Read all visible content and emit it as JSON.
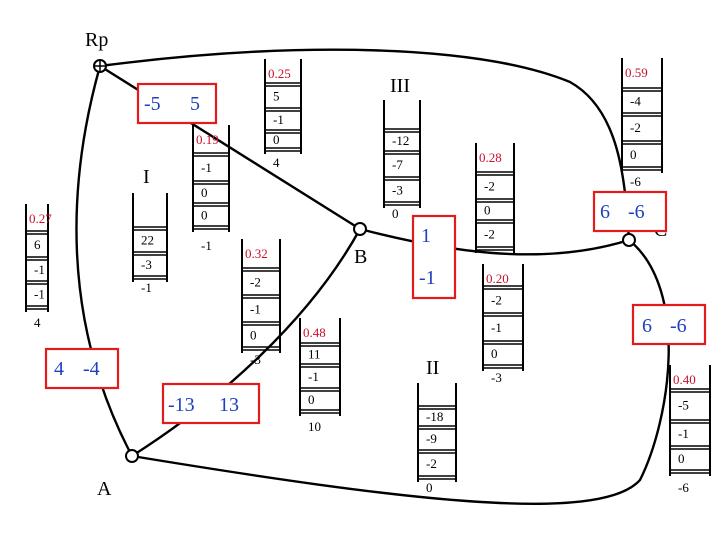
{
  "colors": {
    "edge": "#000000",
    "highlight_box": "#e41a1c",
    "box_text": "#1f3fbf",
    "ratio_text": "#c8102e"
  },
  "nodes": {
    "rp": "Rp",
    "a": "A",
    "b": "B",
    "c": "C"
  },
  "loops": {
    "i": "I",
    "ii": "II",
    "iii": "III"
  },
  "boxes": {
    "rp_b": {
      "left": "-5",
      "right": "5"
    },
    "rp_a": {
      "left": "4",
      "right": "-4"
    },
    "a_b": {
      "left": "-13",
      "right": "13"
    },
    "b_c": {
      "top": "1",
      "bottom": "-1"
    },
    "rp_c": {
      "left": "6",
      "right": "-6"
    },
    "c_a": {
      "left": "6",
      "right": "-6"
    }
  },
  "ladders": [
    {
      "ratio": "0.27",
      "values": [
        "6",
        "-1",
        "-1"
      ],
      "bottom": "4"
    },
    {
      "ratio": "",
      "values": [
        "22",
        "-3",
        "-1"
      ],
      "bottom": ""
    },
    {
      "ratio": "0.19",
      "values": [
        "-1",
        "0",
        "0"
      ],
      "bottom": "-1"
    },
    {
      "ratio": "0.25",
      "values": [
        "5",
        "-1",
        "0"
      ],
      "bottom": "4"
    },
    {
      "ratio": "0.32",
      "values": [
        "-2",
        "-1",
        "0"
      ],
      "bottom": "-3"
    },
    {
      "ratio": "0.48",
      "values": [
        "11",
        "-1",
        "0"
      ],
      "bottom": "10"
    },
    {
      "ratio": "",
      "values": [
        "-12",
        "-7",
        "-3",
        "0"
      ],
      "bottom": ""
    },
    {
      "ratio": "",
      "values": [
        "-18",
        "-9",
        "-2",
        "0"
      ],
      "bottom": ""
    },
    {
      "ratio": "0.28",
      "values": [
        "-2",
        "0",
        "-2"
      ],
      "bottom": ""
    },
    {
      "ratio": "0.20",
      "values": [
        "-2",
        "-1",
        "0"
      ],
      "bottom": "-3"
    },
    {
      "ratio": "0.59",
      "values": [
        "-4",
        "-2",
        "0"
      ],
      "bottom": "-6"
    },
    {
      "ratio": "0.40",
      "values": [
        "-5",
        "-1",
        "0"
      ],
      "bottom": "-6"
    }
  ]
}
